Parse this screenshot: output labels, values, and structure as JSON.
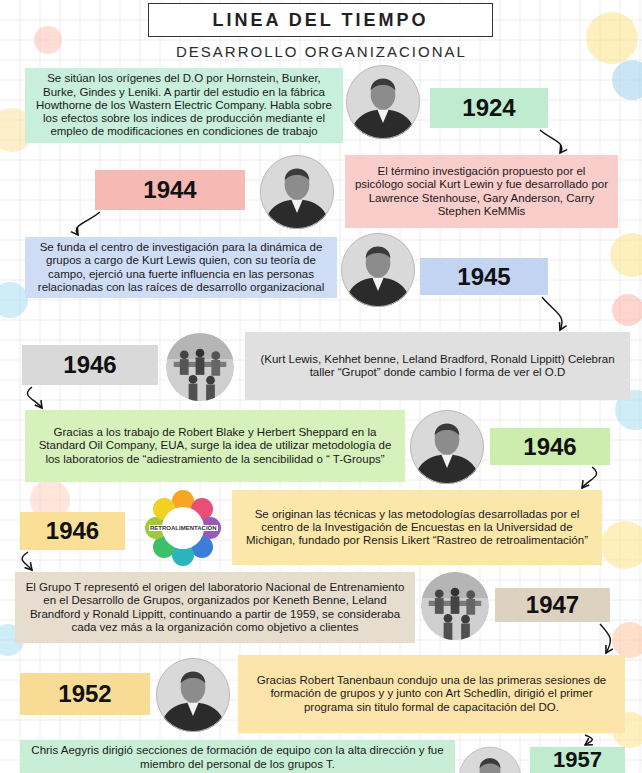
{
  "diagram": {
    "title": "LINEA DEL TIEMPO",
    "nodes": [
      {
        "text": [
          "Se sitúan los orígenes del D.O por Hornstein, Bunker, Burke, Gindes y Leniki. A partir del estudio en la fábrica Howthorne de los Wastern Electric Company. Habla sobre los efectos sobre los indices de producción mediante el empleo de modificaciones en condiciones de trabajo"
        ]
      },
      {
        "text": [
          "1924"
        ]
      },
      {
        "text": [
          "1944"
        ]
      },
      {
        "text": [
          "El término investigación propuesto por el psicólogo social Kurt Lewin y fue desarrollado por Lawrence Stenhouse, Gary Anderson, Carry Stephen KeMMis"
        ]
      },
      {
        "text": [
          "Se funda el centro de investigación para la dinámica de grupos a cargo de Kurt Lewis quien, con su teoría de campo, ejerció una fuerte influencia en las personas relacionadas con las raíces de desarrollo organizacional"
        ]
      },
      {
        "text": [
          "1945"
        ]
      },
      {
        "text": [
          "1946"
        ]
      },
      {
        "text": [
          "(Kurt Lewis, Kehhet benne, Leland Bradford, Ronald Lippitt) Celebran taller “Grupot” donde cambio l forma de ver el O.D"
        ]
      },
      {
        "text": [
          "Gracias a los trabajo de Robert Blake y Herbert Sheppard en la Standard Oil Company, EUA, surge la idea de utilizar metodología de los laboratorios de “adiestramiento de la sencibilidad o “ T-Groups”"
        ]
      },
      {
        "text": [
          "1946"
        ]
      },
      {
        "text": [
          "1946"
        ]
      },
      {
        "text": [
          "Se originan las técnicas y las metodologías desarrolladas por el centro de la Investigación de Encuestas en la Universidad de Michigan, fundado por Rensis Likert “Rastreo de retroalimentación”"
        ]
      },
      {
        "text": [
          "El Grupo T representó el origen del laboratorio Nacional de Entrenamiento en el Desarrollo de Grupos, organizados por Keneth Benne, Leland Brandford y Ronald Lippitt, continuando a partir de 1959, se consideraba cada vez más a la organización como objetivo a clientes"
        ]
      },
      {
        "text": [
          "1947"
        ]
      },
      {
        "text": [
          "1952"
        ]
      },
      {
        "text": [
          "Gracias Robert Tanenbaun condujo una de las primeras sesiones de formación de grupos y y junto con Art Schedlin, dirigió el primer programa sin titulo formal de capacitación del DO."
        ]
      },
      {
        "text": [
          "Chris Aegyris dirigió secciones de formación de equipo con la alta dirección y fue miembro del personal de los grupos T."
        ]
      },
      {
        "text": [
          "1957"
        ]
      }
    ],
    "edges": [
      {
        "from": 1,
        "to": 3,
        "arrow": "to"
      },
      {
        "from": 2,
        "to": 4,
        "arrow": "to"
      },
      {
        "from": 5,
        "to": 7,
        "arrow": "to"
      },
      {
        "from": 6,
        "to": 8,
        "arrow": "to"
      },
      {
        "from": 9,
        "to": 11,
        "arrow": "to"
      },
      {
        "from": 10,
        "to": 12,
        "arrow": "to"
      },
      {
        "from": 13,
        "to": 15,
        "arrow": "to"
      },
      {
        "from": 15,
        "to": 17,
        "arrow": "to"
      }
    ],
    "labels": [
      "DESARROLLO ORGANIZACIONAL",
      "RETROALIMENTACIÓN"
    ]
  }
}
